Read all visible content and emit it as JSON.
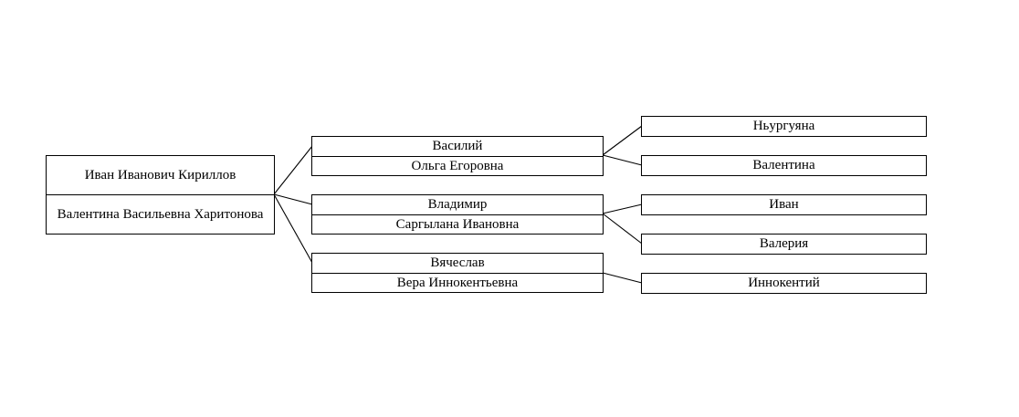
{
  "root": {
    "husband": "Иван Иванович Кириллов",
    "wife": "Валентина Васильевна Харитонова"
  },
  "children": [
    {
      "name": "Василий",
      "spouse": "Ольга Егоровна",
      "children": [
        "Ньургуяна",
        "Валентина"
      ]
    },
    {
      "name": "Владимир",
      "spouse": "Саргылана Ивановна",
      "children": [
        "Иван",
        "Валерия"
      ]
    },
    {
      "name": "Вячеслав",
      "spouse": "Вера Иннокентьевна",
      "children": [
        "Иннокентий"
      ]
    }
  ]
}
